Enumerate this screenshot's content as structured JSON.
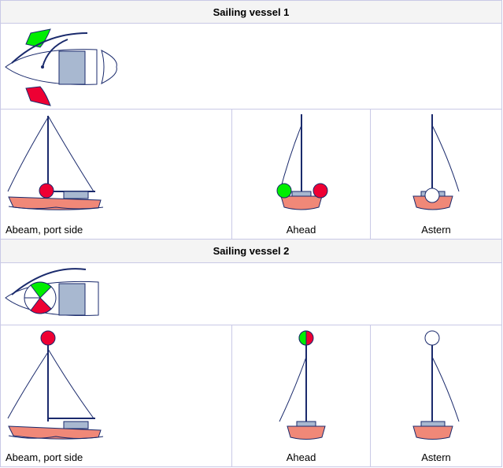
{
  "vessel1": {
    "title": "Sailing vessel 1",
    "views": {
      "abeam": "Abeam, port side",
      "ahead": "Ahead",
      "astern": "Astern"
    }
  },
  "vessel2": {
    "title": "Sailing vessel 2",
    "views": {
      "abeam": "Abeam, port side",
      "ahead": "Ahead",
      "astern": "Astern"
    }
  },
  "colors": {
    "green_light": "#00ee00",
    "red_light": "#ee0033",
    "white_light": "#ffffff",
    "hull": "#f08878",
    "cabin": "#a8b8d0",
    "line": "#1a2a6c",
    "cell_border": "#c9c9e6",
    "header_bg": "#f4f4f4"
  }
}
